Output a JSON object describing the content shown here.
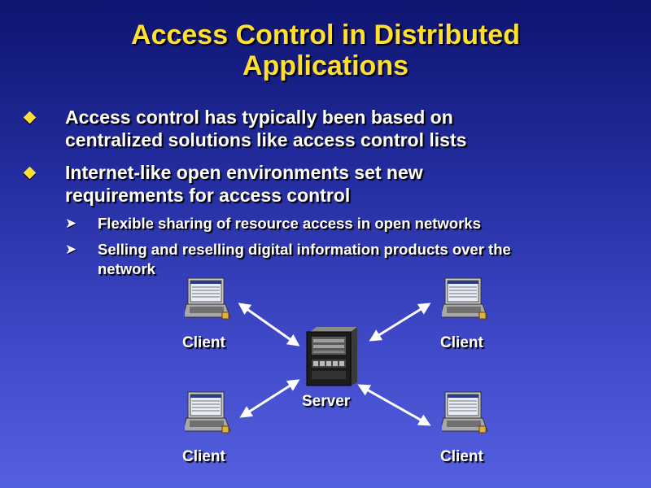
{
  "slide": {
    "title_line1": "Access Control in Distributed",
    "title_line2": "Applications",
    "bullets": [
      {
        "line1": "Access control has typically been based on",
        "line2": "centralized solutions like access control lists"
      },
      {
        "line1": "Internet-like open environments set new",
        "line2": "requirements for access control"
      }
    ],
    "subbullets": [
      {
        "line1": "Flexible sharing of resource access in open networks",
        "line2": ""
      },
      {
        "line1": "Selling and reselling digital information products over the",
        "line2": "network"
      }
    ]
  },
  "diagram": {
    "clients": [
      {
        "label": "Client"
      },
      {
        "label": "Client"
      },
      {
        "label": "Client"
      },
      {
        "label": "Client"
      }
    ],
    "server": {
      "label": "Server"
    }
  },
  "colors": {
    "title": "#ffe030",
    "bullet_marker": "#ffe030",
    "text": "#ffffff",
    "background_top": "#0e1470",
    "background_bottom": "#5560e0"
  },
  "icons": {
    "bullet": "diamond-bullet-icon",
    "subbullet": "arrowhead-bullet-icon",
    "client": "laptop-icon",
    "server": "server-tower-icon"
  }
}
